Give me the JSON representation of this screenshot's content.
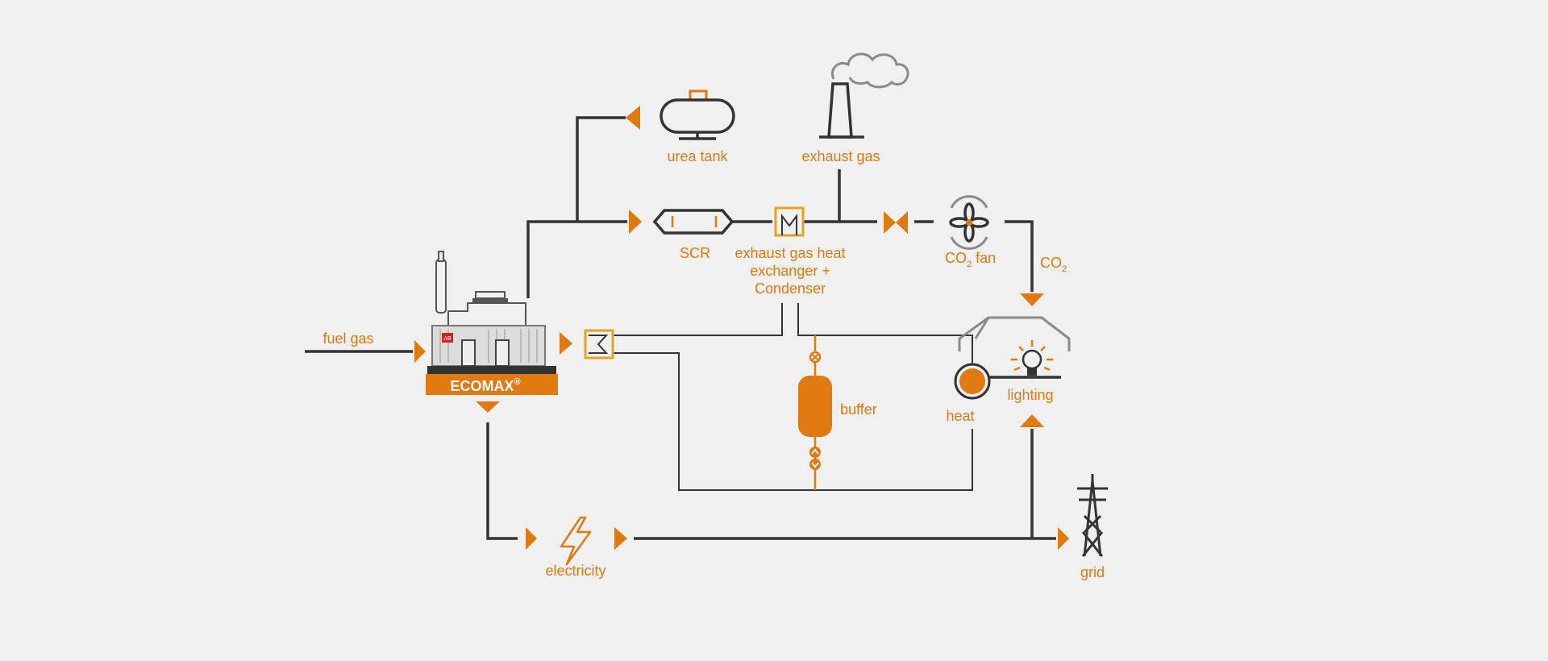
{
  "labels": {
    "urea_tank": "urea tank",
    "exhaust_gas": "exhaust gas",
    "scr": "SCR",
    "heat_exchanger_line1": "exhaust gas heat",
    "heat_exchanger_line2": "exchanger +",
    "heat_exchanger_line3": "Condenser",
    "co2_fan": "CO",
    "co2_fan_sub": "2",
    "co2_fan_suffix": " fan",
    "co2": "CO",
    "co2_sub": "2",
    "fuel_gas": "fuel gas",
    "ecomax": "ECOMAX",
    "ecomax_reg": "®",
    "ecomax_badge": "AB",
    "buffer": "buffer",
    "heat": "heat",
    "lighting": "lighting",
    "electricity": "electricity",
    "grid": "grid"
  },
  "colors": {
    "accent": "#e07a10",
    "line": "#333333",
    "heat_exchanger": "#e2a320",
    "icon_grey": "#8a8a8a",
    "background": "#f0f0f0"
  }
}
